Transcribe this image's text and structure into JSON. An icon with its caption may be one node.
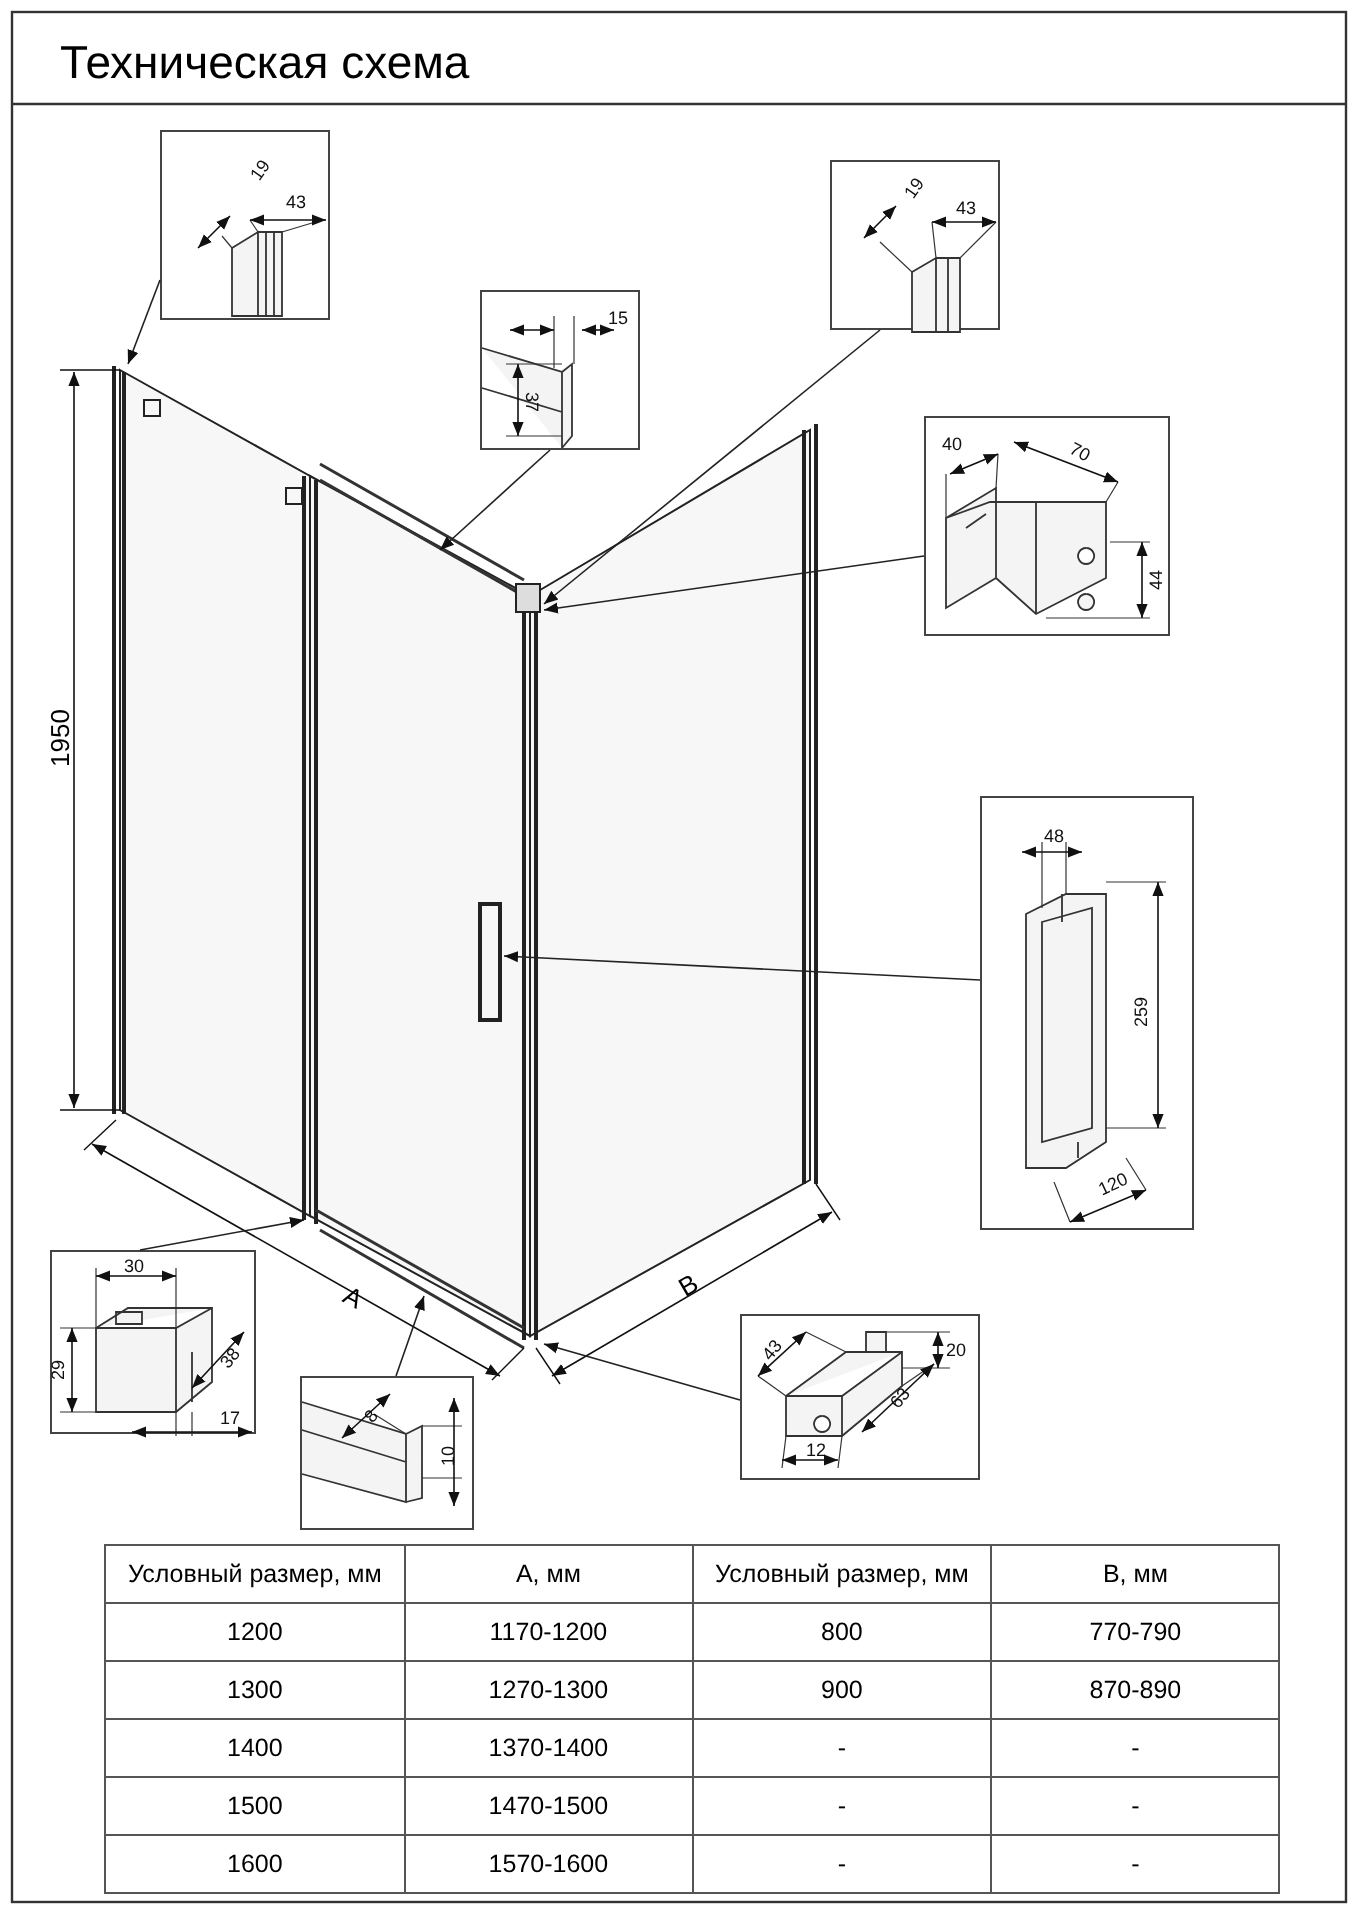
{
  "diagram": {
    "title": "Техническая схема",
    "nodes": [
      {
        "text": [
          "19",
          "43"
        ]
      },
      {
        "text": [
          "15",
          "37"
        ]
      },
      {
        "text": [
          "19",
          "43"
        ]
      },
      {
        "text": [
          "40",
          "70",
          "44"
        ]
      },
      {
        "text": [
          "48",
          "259",
          "120"
        ]
      },
      {
        "text": [
          "30",
          "29",
          "38",
          "17"
        ]
      },
      {
        "text": [
          "8",
          "10"
        ]
      },
      {
        "text": [
          "43",
          "12",
          "63",
          "20"
        ]
      }
    ],
    "edges": [
      {
        "from": 0,
        "to": null,
        "arrow": "to"
      },
      {
        "from": 1,
        "to": null,
        "arrow": "to"
      },
      {
        "from": 2,
        "to": null,
        "arrow": "to"
      },
      {
        "from": 3,
        "to": null,
        "arrow": "to"
      },
      {
        "from": 4,
        "to": null,
        "arrow": "to"
      },
      {
        "from": 5,
        "to": null,
        "arrow": "to"
      },
      {
        "from": 6,
        "to": null,
        "arrow": "to"
      },
      {
        "from": 7,
        "to": null,
        "arrow": "to"
      }
    ],
    "labels": [
      "1950",
      "A",
      "B",
      "Условный размер, мм",
      "A, мм",
      "Условный размер, мм",
      "B, мм",
      "1200",
      "1170-1200",
      "800",
      "770-790",
      "1300",
      "1270-1300",
      "900",
      "870-890",
      "1400",
      "1370-1400",
      "-",
      "-",
      "1500",
      "1470-1500",
      "-",
      "-",
      "1600",
      "1570-1600",
      "-",
      "-"
    ]
  }
}
